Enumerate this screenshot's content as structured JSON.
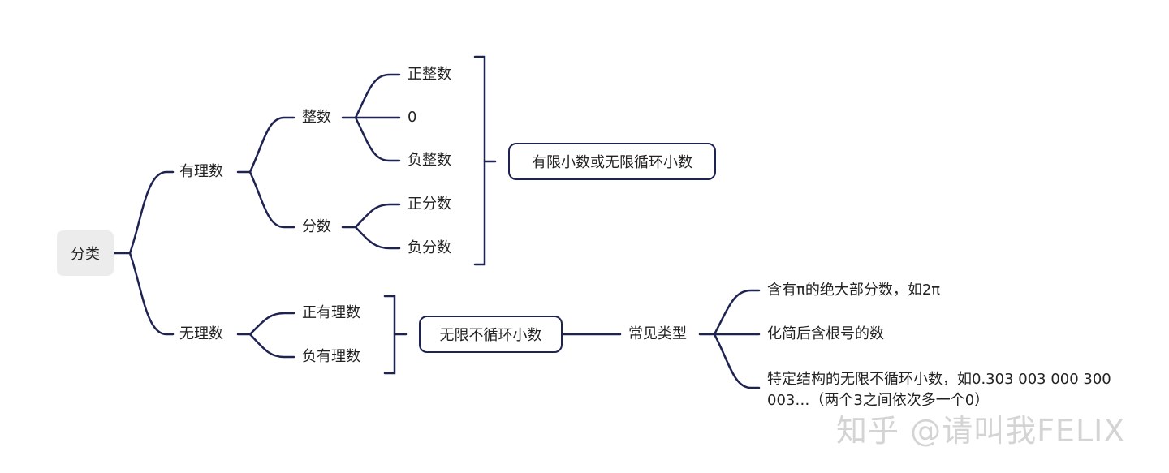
{
  "root": "分类",
  "rational": {
    "label": "有理数",
    "integer": {
      "label": "整数",
      "children": [
        "正整数",
        "0",
        "负整数"
      ]
    },
    "fraction": {
      "label": "分数",
      "children": [
        "正分数",
        "负分数"
      ]
    },
    "summary": "有限小数或无限循环小数"
  },
  "irrational": {
    "label": "无理数",
    "children": [
      "正有理数",
      "负有理数"
    ],
    "summary": "无限不循环小数",
    "common_types": {
      "label": "常见类型",
      "items": [
        "含有π的绝大部分数，如2π",
        "化简后含根号的数",
        "特定结构的无限不循环小数，如0.303 003 000 300 003…（两个3之间依次多一个0）"
      ]
    }
  },
  "watermark": "知乎 @请叫我FELIX",
  "colors": {
    "line": "#1f2351",
    "root_bg": "#ececec"
  }
}
